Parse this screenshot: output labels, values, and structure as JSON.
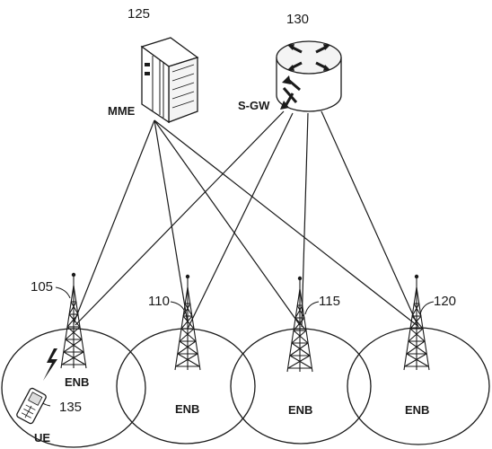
{
  "figure": {
    "core": {
      "mme": {
        "ref": "125",
        "label": "MME"
      },
      "sgw": {
        "ref": "130",
        "label": "S-GW"
      }
    },
    "enbs": [
      {
        "ref": "105",
        "label": "ENB"
      },
      {
        "ref": "110",
        "label": "ENB"
      },
      {
        "ref": "115",
        "label": "ENB"
      },
      {
        "ref": "120",
        "label": "ENB"
      }
    ],
    "ue": {
      "ref": "135",
      "label": "UE"
    }
  },
  "colors": {
    "ink": "#1a1a1a",
    "background": "#ffffff",
    "equipment_fill": "#f4f4f4"
  }
}
